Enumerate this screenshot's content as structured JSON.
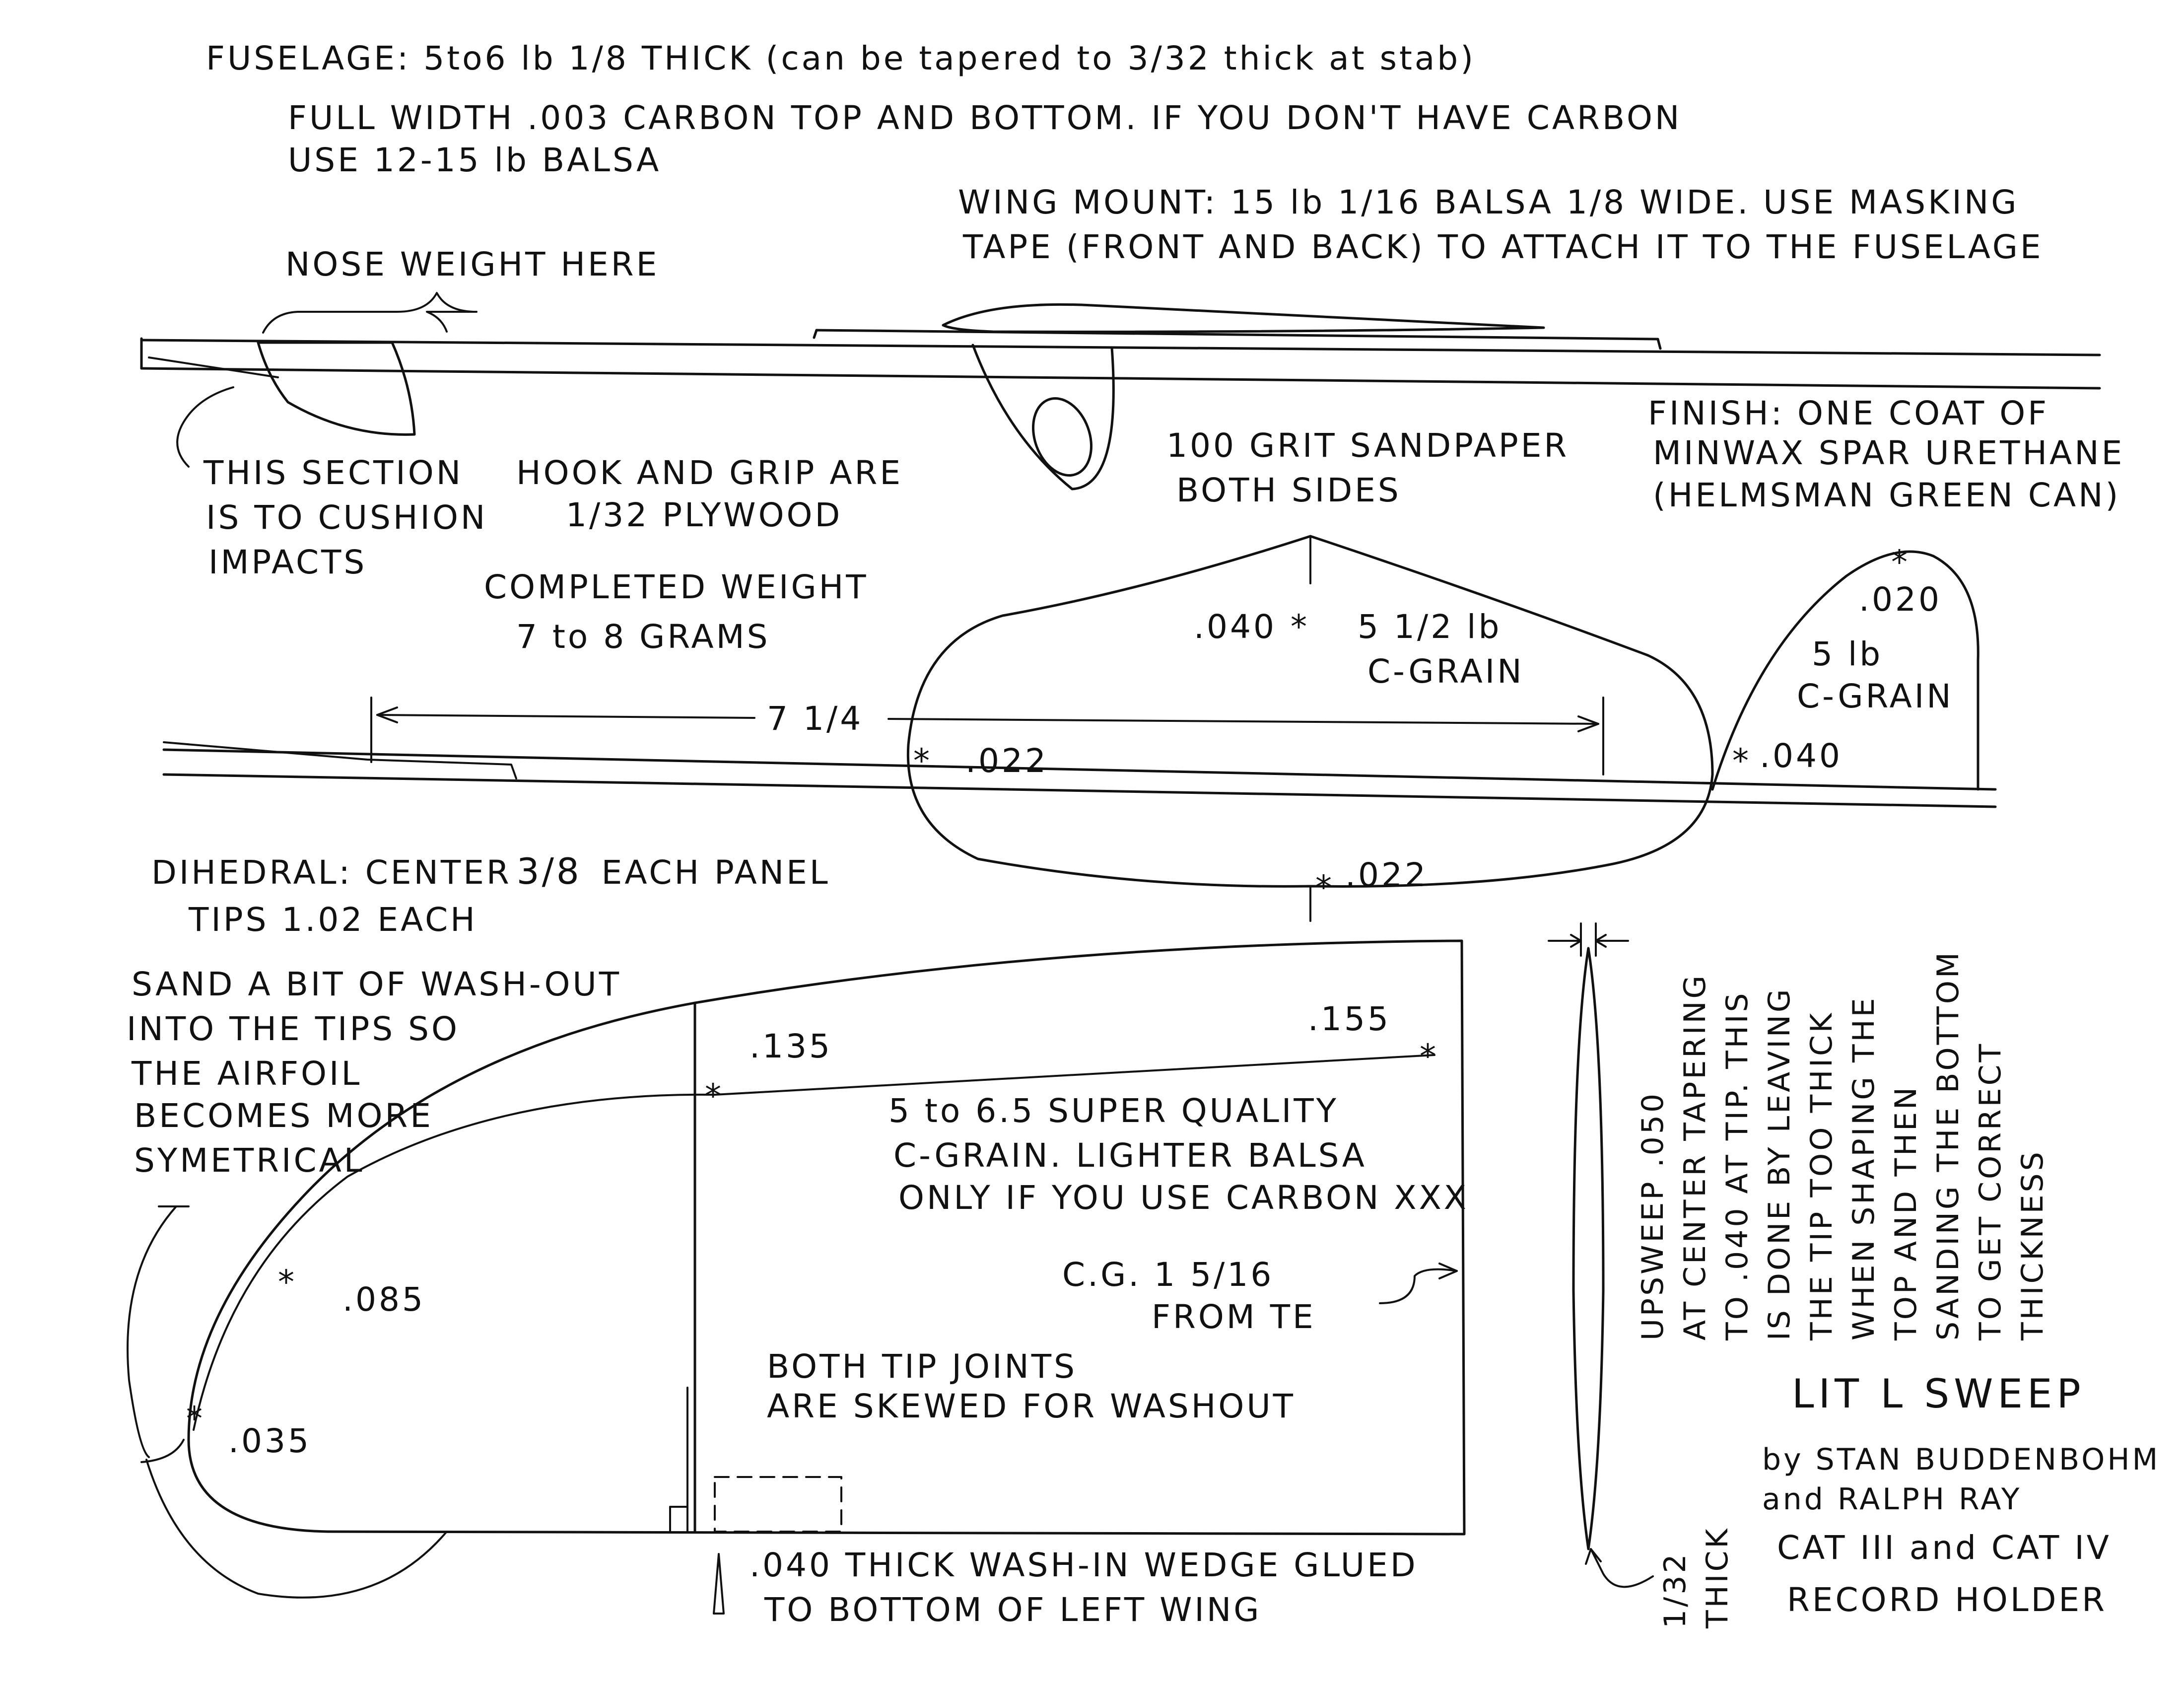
{
  "notes": {
    "fuselage_1": "FUSELAGE: 5to6 lb 1/8 THICK (can be tapered to 3/32 thick at stab)",
    "fuselage_2": "FULL WIDTH .003 CARBON TOP AND BOTTOM. IF YOU DON'T HAVE CARBON",
    "fuselage_3": "USE 12-15 lb BALSA",
    "wing_mount_1": "WING MOUNT: 15 lb 1/16 BALSA 1/8 WIDE. USE MASKING",
    "wing_mount_2": "TAPE (FRONT AND BACK) TO ATTACH IT TO THE FUSELAGE",
    "nose_weight": "NOSE WEIGHT HERE",
    "cushion_1": "THIS SECTION",
    "cushion_2": "IS TO CUSHION",
    "cushion_3": "IMPACTS",
    "hook_1": "HOOK AND GRIP ARE",
    "hook_2": "1/32 PLYWOOD",
    "sandpaper_1": "100 GRIT SANDPAPER",
    "sandpaper_2": "BOTH SIDES",
    "finish_1": "FINISH: ONE COAT OF",
    "finish_2": "MINWAX SPAR URETHANE",
    "finish_3": "(HELMSMAN GREEN CAN)",
    "weight_1": "COMPLETED WEIGHT",
    "weight_2": "7 to 8 GRAMS"
  },
  "stab": {
    "thickness_center": ".040",
    "weight": "5 1/2 lb",
    "grain": "C-GRAIN",
    "thickness_le": ".022",
    "thickness_tail": ".022",
    "moment_arm": "7 1/4"
  },
  "fin": {
    "thickness_top": ".020",
    "weight": "5 lb",
    "grain": "C-GRAIN",
    "thickness_bottom": ".040"
  },
  "dihedral": {
    "line_1_a": "DIHEDRAL: CENTER",
    "line_1_frac": "3/8",
    "line_1_b": "EACH PANEL",
    "line_2": "TIPS 1.02 EACH"
  },
  "washout_note": {
    "line_1": "SAND A BIT OF WASH-OUT",
    "line_2": "INTO THE TIPS SO",
    "line_3": "THE AIRFOIL",
    "line_4": "BECOMES MORE",
    "line_5": "SYMETRICAL"
  },
  "wing": {
    "thickness_root": ".155",
    "thickness_joint": ".135",
    "thickness_tip_mid": ".085",
    "thickness_tip": ".035",
    "balsa_1": "5 to 6.5 SUPER QUALITY",
    "balsa_2": "C-GRAIN. LIGHTER BALSA",
    "balsa_3": "ONLY IF YOU USE CARBON XXX",
    "cg_1": "C.G. 1 5/16",
    "cg_2": "FROM TE",
    "joints_1": "BOTH TIP JOINTS",
    "joints_2": "ARE SKEWED FOR WASHOUT",
    "wedge_1": ".040 THICK WASH-IN WEDGE GLUED",
    "wedge_2": "TO BOTTOM OF LEFT WING"
  },
  "section_note": {
    "line_1": "UPSWEEP .050",
    "line_2": "AT CENTER TAPERING",
    "line_3": "TO .040 AT TIP. THIS",
    "line_4": "IS DONE BY LEAVING",
    "line_5": "THE TIP TOO THICK",
    "line_6": "WHEN SHAPING THE",
    "line_7": "TOP AND THEN",
    "line_8": "SANDING THE BOTTOM",
    "line_9": "TO GET CORRECT",
    "line_10": "THICKNESS",
    "thick_1": "1/32",
    "thick_2": "THICK"
  },
  "credits": {
    "title": "LIT L SWEEP",
    "by": "by STAN BUDDENBOHM",
    "and": "and RALPH RAY",
    "cat": "CAT III and CAT IV",
    "record": "RECORD HOLDER"
  }
}
